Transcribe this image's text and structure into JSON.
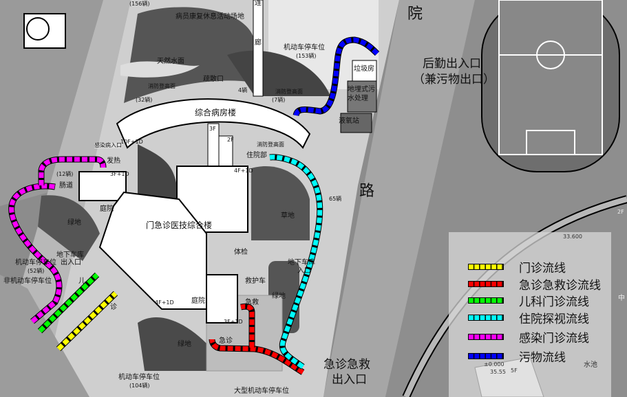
{
  "map": {
    "road_labels": [
      "院",
      "路"
    ],
    "gates": {
      "service_line1": "后勤出入口",
      "service_line2": "（兼污物出口）",
      "emergency_line1": "急诊急救",
      "emergency_line2": "出入口"
    },
    "buildings": {
      "ward": "综合病房楼",
      "outpatient": "门急诊医技综合楼",
      "ward_floors": "10F+1D",
      "op_floors_a": "3F+1D",
      "op_floors_b": "4F+1D",
      "op_floors_c": "4F+1D",
      "op_floors_d": "3F+1D",
      "corridor_3f": "3F",
      "corridor_2f": "2F"
    },
    "labels": {
      "rehab_area": "病员康复休息活动场地",
      "water": "天然水面",
      "evac": "疏散口",
      "fire_face_1": "消防登高面",
      "fire_face_2": "消防登高面",
      "fire_face_3": "消防登高面",
      "park_156": "(156辆)",
      "park_153_title": "机动车停车位",
      "park_153": "(153辆)",
      "park_32": "(32辆)",
      "park_4": "4辆",
      "park_7": "(7辆)",
      "park_12": "(12辆)",
      "park_65": "65辆",
      "corridor": "廊",
      "corridor_top": "连",
      "garbage": "垃圾房",
      "sewage": "地埋式污水处理",
      "oxygen": "液氧站",
      "inpatient": "住院部",
      "fever": "发热",
      "gut": "肠道",
      "infection_entry": "感染病入口",
      "courtyard_1": "庭院",
      "courtyard_2": "庭院",
      "green_1": "绿地",
      "green_2": "绿地",
      "green_3": "绿地",
      "green_4": "草地",
      "basement_1": "地下车库",
      "basement_1b": "出入口",
      "basement_2": "地下车库",
      "basement_2b": "入口",
      "park_52_title": "机动车停车位",
      "park_52": "(52辆)",
      "nonmotor": "非机动车停车位",
      "kids": "儿",
      "clinic": "诊",
      "checkup": "体检",
      "ambulance": "救护车",
      "rescue": "急救",
      "emergency": "急诊",
      "park_104_title": "机动车停车位",
      "park_104": "(104辆)",
      "large_park": "大型机动车停车位",
      "pond": "水池",
      "elev_1": "33.600",
      "elev_2": "±0.000",
      "elev_3": "35.55",
      "bldg_5f": "5F",
      "bldg_2f": "2F",
      "east_char": "中"
    }
  },
  "legend": {
    "items": [
      {
        "label": "门诊流线",
        "color": "#ffff00"
      },
      {
        "label": "急诊急救诊流线",
        "color": "#ff0000"
      },
      {
        "label": "儿科门诊流线",
        "color": "#00ff00"
      },
      {
        "label": "住院探视流线",
        "color": "#00ffff"
      },
      {
        "label": "感染门诊流线",
        "color": "#ff00ff"
      },
      {
        "label": "污物流线",
        "color": "#0000ff"
      }
    ]
  },
  "flows": {
    "outpatient": "#ffff00",
    "emergency": "#ff0000",
    "pediatric": "#00ff00",
    "inpatient_visit": "#00ffff",
    "infection": "#ff00ff",
    "waste": "#0000ff"
  }
}
